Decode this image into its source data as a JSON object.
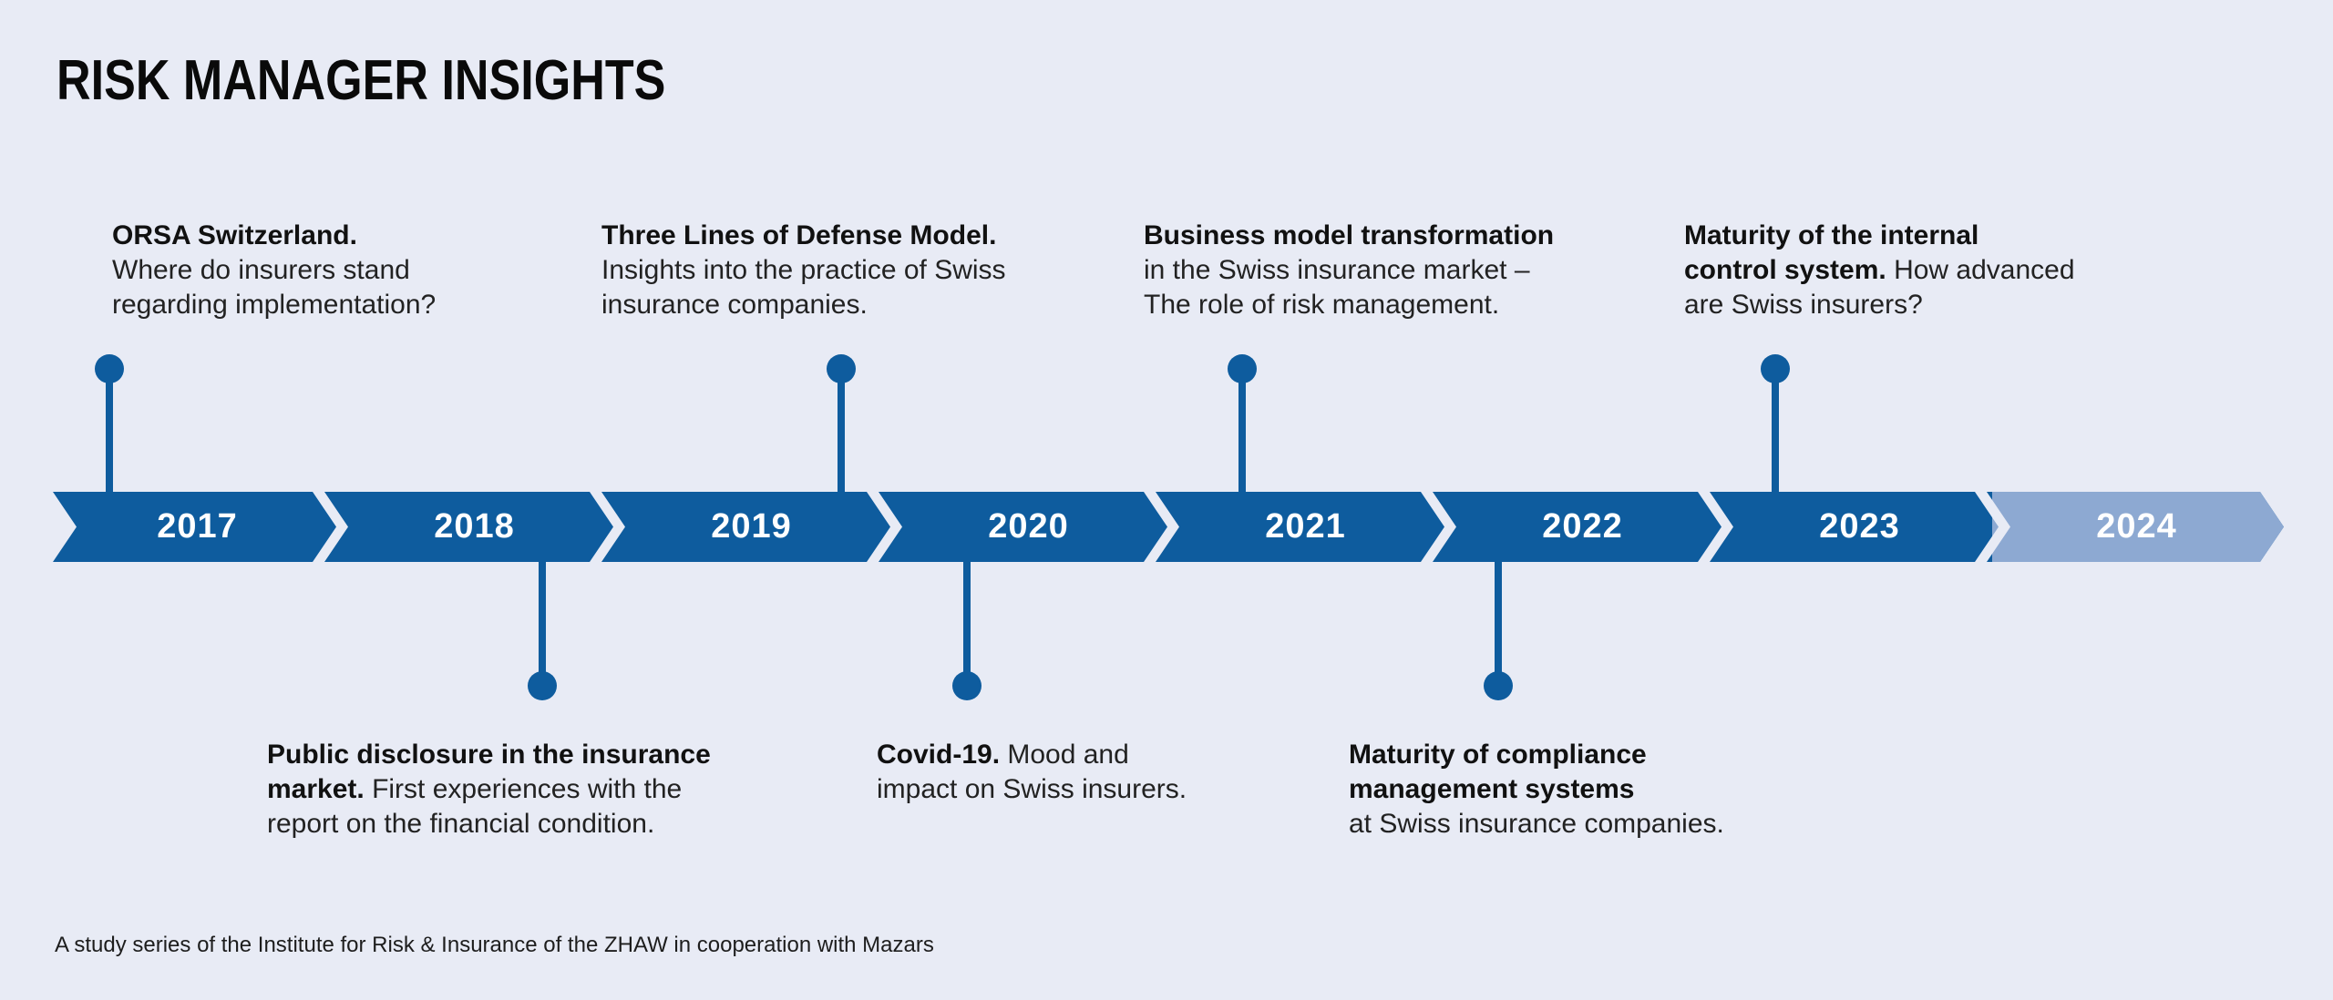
{
  "title": "RISK MANAGER INSIGHTS",
  "footer": "A study series of the Institute for Risk & Insurance of the ZHAW in cooperation with Mazars",
  "colors": {
    "background": "#e8ebf5",
    "timeline_blue": "#0e5c9e",
    "timeline_future_blue": "#8da9d2",
    "year_text": "#ffffff",
    "text": "#1a1a1a"
  },
  "timeline": {
    "years": [
      {
        "label": "2017"
      },
      {
        "label": "2018"
      },
      {
        "label": "2019"
      },
      {
        "label": "2020"
      },
      {
        "label": "2021"
      },
      {
        "label": "2022"
      },
      {
        "label": "2023"
      },
      {
        "label": "2024",
        "highlight": true
      }
    ]
  },
  "annotations": {
    "top": [
      {
        "year": "2017",
        "lines": [
          [
            {
              "t": "ORSA Switzerland.",
              "b": true
            }
          ],
          [
            {
              "t": "Where do insurers stand",
              "b": false
            }
          ],
          [
            {
              "t": "regarding implementation?",
              "b": false
            }
          ]
        ]
      },
      {
        "year": "2019",
        "lines": [
          [
            {
              "t": "Three Lines of Defense Model.",
              "b": true
            }
          ],
          [
            {
              "t": "Insights into the practice of Swiss",
              "b": false
            }
          ],
          [
            {
              "t": "insurance companies.",
              "b": false
            }
          ]
        ]
      },
      {
        "year": "2021",
        "lines": [
          [
            {
              "t": "Business model transformation",
              "b": true
            }
          ],
          [
            {
              "t": "in the Swiss insurance market –",
              "b": false
            }
          ],
          [
            {
              "t": "The role of risk management.",
              "b": false
            }
          ]
        ]
      },
      {
        "year": "2023",
        "lines": [
          [
            {
              "t": "Maturity of the internal",
              "b": true
            }
          ],
          [
            {
              "t": "control system.",
              "b": true
            },
            {
              "t": " How advanced",
              "b": false
            }
          ],
          [
            {
              "t": "are Swiss insurers?",
              "b": false
            }
          ]
        ]
      }
    ],
    "bottom": [
      {
        "year": "2018",
        "lines": [
          [
            {
              "t": "Public disclosure in the insurance",
              "b": true
            }
          ],
          [
            {
              "t": "market.",
              "b": true
            },
            {
              "t": " First experiences with the",
              "b": false
            }
          ],
          [
            {
              "t": "report on the financial condition.",
              "b": false
            }
          ]
        ]
      },
      {
        "year": "2020",
        "lines": [
          [
            {
              "t": "Covid-19.",
              "b": true
            },
            {
              "t": " Mood and",
              "b": false
            }
          ],
          [
            {
              "t": "impact on Swiss insurers.",
              "b": false
            }
          ]
        ]
      },
      {
        "year": "2022",
        "lines": [
          [
            {
              "t": "Maturity of compliance",
              "b": true
            }
          ],
          [
            {
              "t": "management systems",
              "b": true
            }
          ],
          [
            {
              "t": "at Swiss insurance companies.",
              "b": false
            }
          ]
        ]
      }
    ]
  }
}
